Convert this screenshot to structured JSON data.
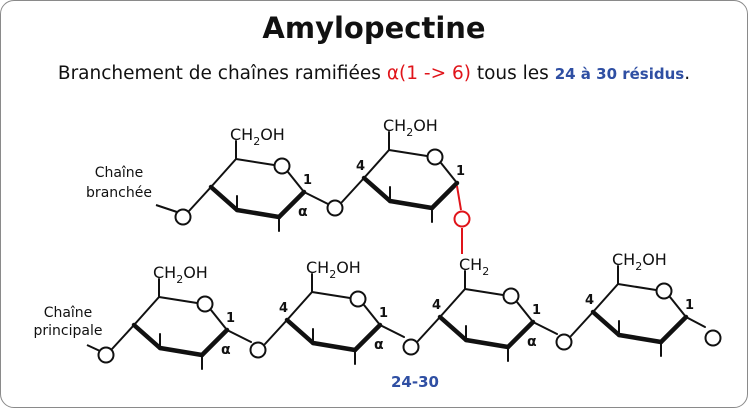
{
  "title": "Amylopectine",
  "subtitle": {
    "prefix": "Branchement de chaînes ramifiées ",
    "link": "α(1 -> 6)",
    "middle": " tous les ",
    "range": "24 à 30 résidus",
    "suffix": "."
  },
  "labels": {
    "branched_line1": "Chaîne",
    "branched_line2": "branchée",
    "main_line1": "Chaîne",
    "main_line2": "principale",
    "repeat": "24-30"
  },
  "groups": {
    "ch2oh_c": "CH",
    "ch2oh_sub": "2",
    "ch2oh_oh": "OH",
    "ch2_c": "CH",
    "ch2_sub": "2"
  },
  "atoms": {
    "oxygen": "O",
    "c1": "1",
    "c4": "4",
    "alpha": "α"
  },
  "colors": {
    "link_red": "#e0141a",
    "accent_blue": "#2f4fa3",
    "ink": "#111111"
  }
}
